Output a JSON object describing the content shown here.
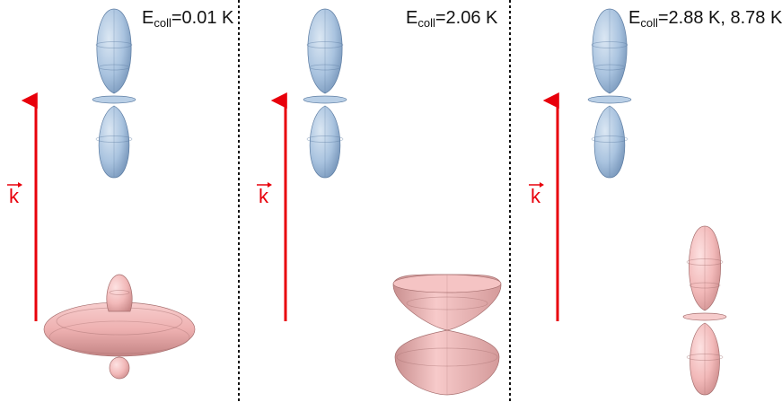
{
  "panels": [
    {
      "energy_prefix": "E",
      "energy_sub": "coll",
      "energy_value": "=0.01 K",
      "k_label": "k",
      "top_shape": "p-orbital-blue",
      "bottom_shape": "dz2-torus-pink"
    },
    {
      "energy_prefix": "E",
      "energy_sub": "coll",
      "energy_value": "=2.06 K",
      "k_label": "k",
      "top_shape": "p-orbital-blue",
      "bottom_shape": "d-hourglass-pink"
    },
    {
      "energy_prefix": "E",
      "energy_sub": "coll",
      "energy_value": "=2.88 K, 8.78 K",
      "k_label": "k",
      "top_shape": "p-orbital-blue",
      "bottom_shape": "p-orbital-pink"
    }
  ],
  "colors": {
    "blue_fill": "#a9c3df",
    "blue_dark": "#6d8db3",
    "pink_fill": "#f2b9b9",
    "pink_dark": "#c98888",
    "arrow": "#e8000b",
    "divider": "#111111"
  }
}
